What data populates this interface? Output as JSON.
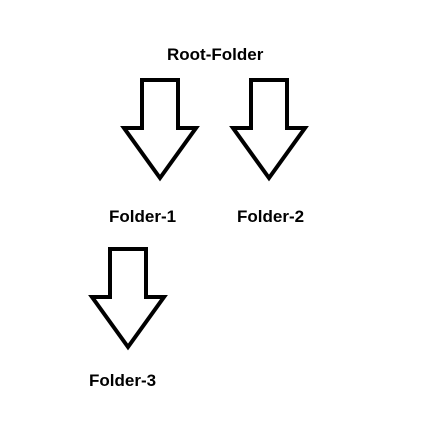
{
  "diagram": {
    "nodes": {
      "root": "Root-Folder",
      "folder1": "Folder-1",
      "folder2": "Folder-2",
      "folder3": "Folder-3"
    },
    "edges": [
      {
        "from": "Root-Folder",
        "to": "Folder-1"
      },
      {
        "from": "Root-Folder",
        "to": "Folder-2"
      },
      {
        "from": "Folder-1",
        "to": "Folder-3"
      }
    ],
    "colors": {
      "stroke": "#000000",
      "fill": "#ffffff",
      "text": "#000000"
    }
  }
}
